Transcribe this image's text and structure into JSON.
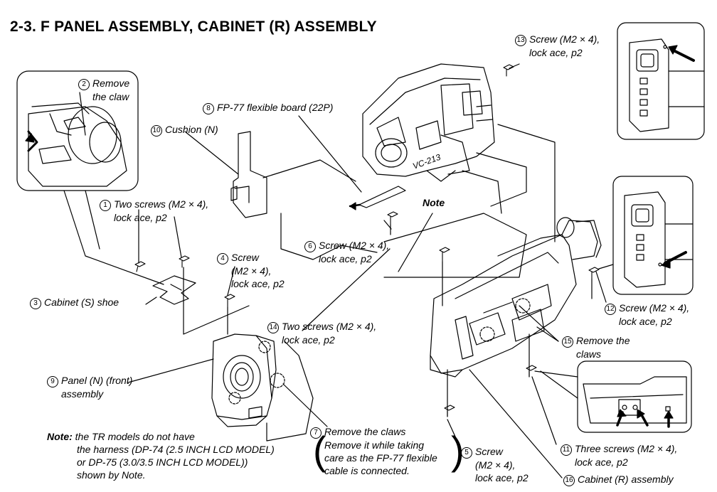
{
  "title": "2-3.  F PANEL ASSEMBLY, CABINET (R) ASSEMBLY",
  "board_marking": "VC-213",
  "note_marker": "Note",
  "callouts": [
    {
      "num": "1",
      "lines": [
        "Two screws (M2 × 4),",
        "lock ace, p2"
      ]
    },
    {
      "num": "2",
      "lines": [
        "Remove",
        "the claw"
      ]
    },
    {
      "num": "3",
      "lines": [
        "Cabinet (S) shoe"
      ]
    },
    {
      "num": "4",
      "lines": [
        "Screw",
        "(M2 × 4),",
        "lock ace, p2"
      ]
    },
    {
      "num": "5",
      "lines": [
        "Screw",
        "(M2 × 4),",
        "lock ace, p2"
      ]
    },
    {
      "num": "6",
      "lines": [
        "Screw (M2 × 4),",
        "lock ace, p2"
      ]
    },
    {
      "num": "7",
      "lines": [
        "Remove the claws",
        "Remove it while taking",
        "care as the FP-77 flexible",
        "cable is connected."
      ]
    },
    {
      "num": "8",
      "lines": [
        "FP-77 flexible board (22P)"
      ]
    },
    {
      "num": "9",
      "lines": [
        "Panel (N) (front)",
        "assembly"
      ]
    },
    {
      "num": "10",
      "lines": [
        "Cushion (N)"
      ]
    },
    {
      "num": "11",
      "lines": [
        "Three screws (M2 × 4),",
        "lock ace, p2"
      ]
    },
    {
      "num": "12",
      "lines": [
        "Screw (M2 × 4),",
        "lock ace, p2"
      ]
    },
    {
      "num": "13",
      "lines": [
        "Screw (M2 × 4),",
        "lock ace, p2"
      ]
    },
    {
      "num": "14",
      "lines": [
        "Two screws (M2 × 4),",
        "lock ace, p2"
      ]
    },
    {
      "num": "15",
      "lines": [
        "Remove the",
        "claws"
      ]
    },
    {
      "num": "16",
      "lines": [
        "Cabinet (R) assembly"
      ]
    }
  ],
  "footnote": {
    "label": "Note:",
    "lines": [
      "the TR models do not have",
      "the harness (DP-74 (2.5 INCH LCD MODEL)",
      "or DP-75 (3.0/3.5 INCH LCD MODEL))",
      "shown by Note."
    ]
  }
}
